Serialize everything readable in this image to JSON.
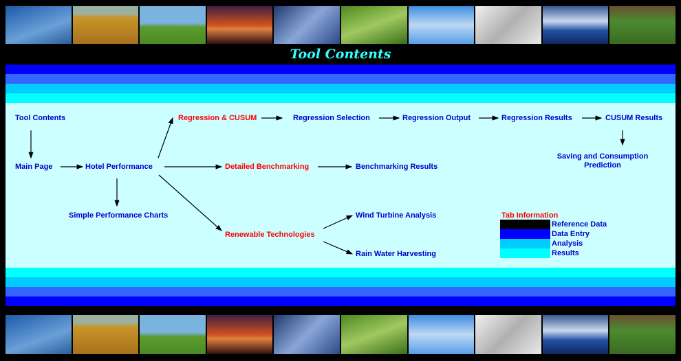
{
  "title": "Tool Contents",
  "nodes": {
    "tool_contents": "Tool Contents",
    "main_page": "Main Page",
    "hotel_performance": "Hotel Performance",
    "simple_charts": "Simple Performance Charts",
    "regression_cusum": "Regression & CUSUM",
    "regression_selection": "Regression Selection",
    "regression_output": "Regression Output",
    "regression_results": "Regression Results",
    "cusum_results": "CUSUM Results",
    "saving_prediction_1": "Saving and Consumption",
    "saving_prediction_2": "Prediction",
    "detailed_benchmarking": "Detailed Benchmarking",
    "benchmarking_results": "Benchmarking Results",
    "renewable": "Renewable Technologies",
    "wind": "Wind Turbine Analysis",
    "rain": "Rain Water Harvesting"
  },
  "legend": {
    "title": "Tab Information",
    "items": [
      {
        "label": "Reference Data",
        "color": "#000000"
      },
      {
        "label": "Data Entry",
        "color": "#0000ff"
      },
      {
        "label": "Analysis",
        "color": "#00ccff"
      },
      {
        "label": "Results",
        "color": "#00ffff"
      }
    ]
  },
  "colors": {
    "band1": "#0000ff",
    "band2": "#3366ff",
    "band3": "#00ccff",
    "band4": "#00ffff",
    "panel": "#ccffff"
  }
}
